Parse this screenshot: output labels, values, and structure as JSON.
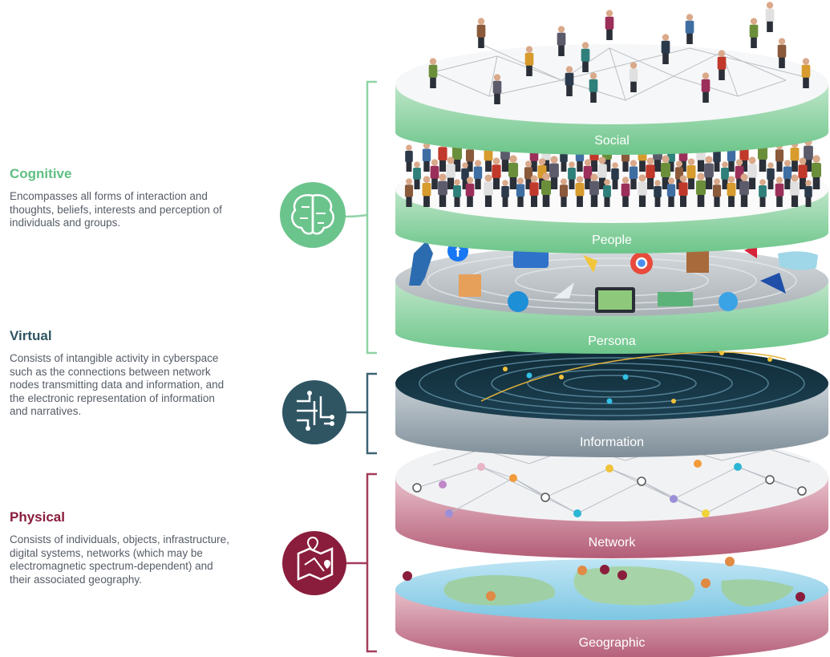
{
  "domains": {
    "cognitive": {
      "title": "Cognitive",
      "description": "Encompasses all forms of interaction and thoughts, beliefs, interests and perception of individuals and groups.",
      "color": "#5fbf82",
      "icon": "brain-icon"
    },
    "virtual": {
      "title": "Virtual",
      "description": "Consists of intangible activity in cyberspace such as the connections between network nodes transmitting data and information, and the electronic representation of information and narratives.",
      "color": "#2f5563",
      "icon": "circuit-icon"
    },
    "physical": {
      "title": "Physical",
      "description": "Consists of individuals, objects, infrastructure, digital systems, networks (which may be electromagnetic spectrum-dependent) and their associated geography.",
      "color": "#8a1d3c",
      "icon": "map-pin-icon"
    }
  },
  "layers": {
    "social": "Social",
    "people": "People",
    "persona": "Persona",
    "information": "Information",
    "network": "Network",
    "geographic": "Geographic"
  }
}
